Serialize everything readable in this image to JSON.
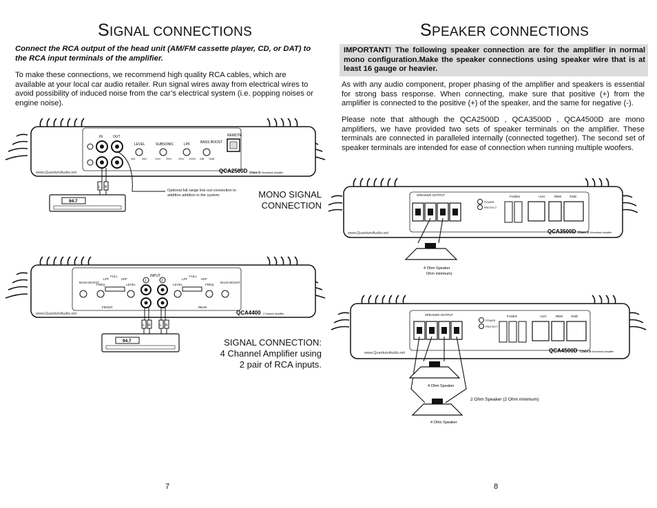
{
  "left": {
    "title_cap": "S",
    "title_rest": "IGNAL CONNECTIONS",
    "intro": "Connect the RCA output of the head unit (AM/FM cassette player, CD, or DAT) to the RCA input terminals of the amplifier.",
    "paragraph": "To make these connections, we recommend high quality RCA cables, which are available at your local car audio retailer. Run signal wires away from electrical wires to avoid possibility of induced noise from the car’s electrical system (i.e. popping noises or engine noise).",
    "amp1": {
      "website": "www.QuantumAudio.net",
      "model": "QCA2500D",
      "class_label": "Class D",
      "class_desc": "Monoblock Amplifier",
      "labels": [
        "IN",
        "OUT",
        "LEVEL",
        "SUBSONIC",
        "LPF",
        "BASS BOOST",
        "REMOTE"
      ],
      "knob_ranges": [
        "MIN",
        "MAX",
        "10Hz",
        "30Hz",
        "40Hz",
        "100Hz",
        "0dB",
        "18dB"
      ],
      "channels": [
        "L",
        "R"
      ],
      "note": "Optional full range line out connection to addition addition in the system."
    },
    "head_unit_display": "94.7",
    "mono_caption": [
      "MONO SIGNAL",
      "CONNECTION"
    ],
    "amp2": {
      "website": "www.QuantumAudio.net",
      "model": "QCA4400",
      "class_desc": "4 Channel Amplifier",
      "input_label": "INPUT",
      "front_label": "FRONT",
      "rear_label": "REAR",
      "labels": [
        "BASS BOOST",
        "FREQ",
        "LPF",
        "FULL",
        "HPF",
        "LEVEL",
        "LEVEL",
        "LPF",
        "FULL",
        "HPF",
        "FREQ",
        "BASS BOOST"
      ],
      "channels": [
        "L",
        "R",
        "L",
        "R"
      ],
      "inputs": [
        "1",
        "2"
      ]
    },
    "head_unit_display2": "94.7",
    "signal_caption": [
      "SIGNAL CONNECTION:",
      "4 Channel Amplifier using",
      "2 pair of RCA inputs."
    ],
    "page_number": "7"
  },
  "right": {
    "title_cap": "S",
    "title_rest": "PEAKER CONNECTIONS",
    "important": "IMPORTANT! The following speaker connection are for the amplifier in normal mono configuration.Make the speaker connections using speaker wire that is at least 16 gauge or heavier.",
    "paragraph1": "As with any audio component, proper phasing of the amplifier and speakers is essential for strong bass response. When connecting, make sure that positive (+) from the amplifier is connected to the positive (+) of the speaker, and the same for negative (-).",
    "paragraph2": "Please note that although the QCA2500D , QCA3500D , QCA4500D are mono amplifiers, we have provided two sets of speaker terminals on the amplifier. These terminals are connected in paralleled internally (connected together). The second set of speaker terminals are intended for ease of connection when running multiple woofers.",
    "amp3": {
      "website": "www.QuantumAudio.net",
      "model": "QCA3500D",
      "class_label": "Class D",
      "class_desc": "Monoblock Amplifier",
      "speaker_output": "SPEAKER OUTPUT",
      "power": "POWER",
      "protect": "PROTECT",
      "fuses": "FUSES",
      "v12": "+12V",
      "rem": "REM",
      "gnd": "GND",
      "speaker_label": "4 Ohm Speaker",
      "speaker_label2": "Ohm minimum)"
    },
    "amp4": {
      "website": "www.QuantumAudio.net",
      "model": "QCA4500D",
      "class_label": "Class D",
      "class_desc": "Monoblock Amplifier",
      "speaker_output": "SPEAKER OUTPUT",
      "power": "POWER",
      "protect": "PROTECT",
      "fuses": "FUSES",
      "v12": "+12V",
      "rem": "REM",
      "gnd": "GND",
      "speaker_top": "4 Ohm Speaker",
      "speaker_bottom": "4 Ohm Speaker",
      "combined": "2 Ohm Speaker (2 Ohm minimum)"
    },
    "page_number": "8"
  }
}
